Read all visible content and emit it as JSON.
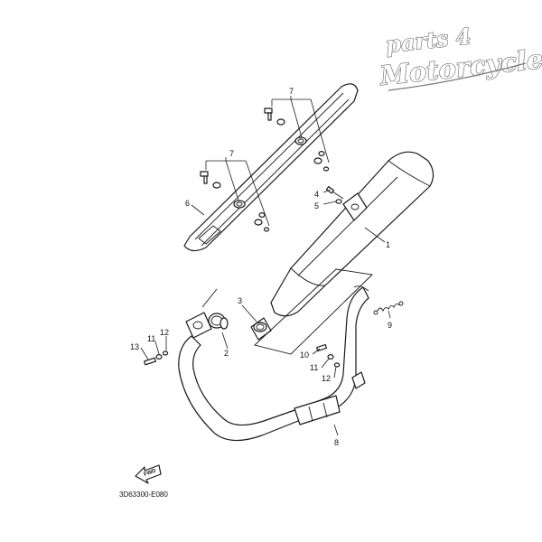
{
  "logo": {
    "line1": "parts 4",
    "line2": "Motorcycles"
  },
  "diagram_code": "3D63300-E080",
  "fwd_label": "FWD",
  "callouts": {
    "c1": "1",
    "c2": "2",
    "c3": "3",
    "c4": "4",
    "c5": "5",
    "c6": "6",
    "c7a": "7",
    "c7b": "7",
    "c8": "8",
    "c9": "9",
    "c10": "10",
    "c11a": "11",
    "c11b": "11",
    "c12a": "12",
    "c12b": "12",
    "c13": "13"
  }
}
